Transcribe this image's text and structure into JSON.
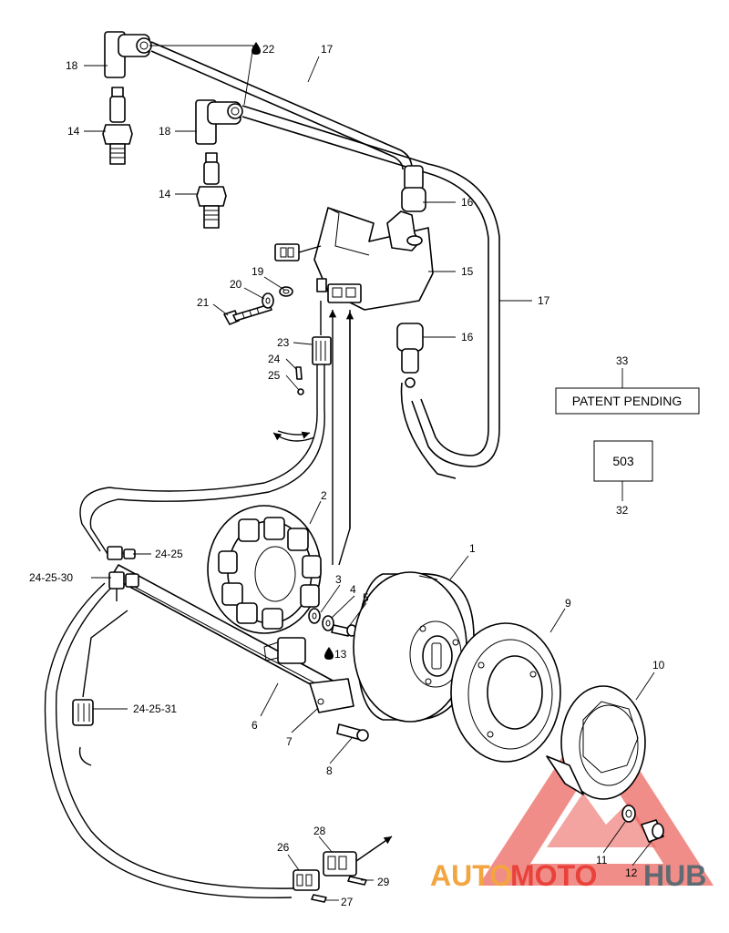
{
  "callouts": {
    "c1": "1",
    "c2": "2",
    "c3": "3",
    "c4": "4",
    "c5": "5",
    "c6": "6",
    "c7": "7",
    "c8": "8",
    "c9": "9",
    "c10": "10",
    "c11": "11",
    "c12": "12",
    "c13": "13",
    "c14a": "14",
    "c14b": "14",
    "c15": "15",
    "c16a": "16",
    "c16b": "16",
    "c17a": "17",
    "c17b": "17",
    "c18a": "18",
    "c18b": "18",
    "c19": "19",
    "c20": "20",
    "c21": "21",
    "c22": "22",
    "c23": "23",
    "c24": "24",
    "c25": "25",
    "c24_25": "24-25",
    "c24_25_30": "24-25-30",
    "c24_25_31": "24-25-31",
    "c26": "26",
    "c27": "27",
    "c28": "28",
    "c29": "29",
    "c32": "32",
    "c33": "33"
  },
  "patent_label": "PATENT PENDING",
  "part_503_label": "503",
  "watermark": {
    "auto": "AUTO",
    "moto": "MOTO",
    "hub": "HUB",
    "color_red": "#e8423a",
    "color_orange": "#f2a541",
    "color_gray": "#5f6a72"
  },
  "icons": {
    "drop_22": "drop-icon",
    "drop_13": "drop-icon"
  }
}
